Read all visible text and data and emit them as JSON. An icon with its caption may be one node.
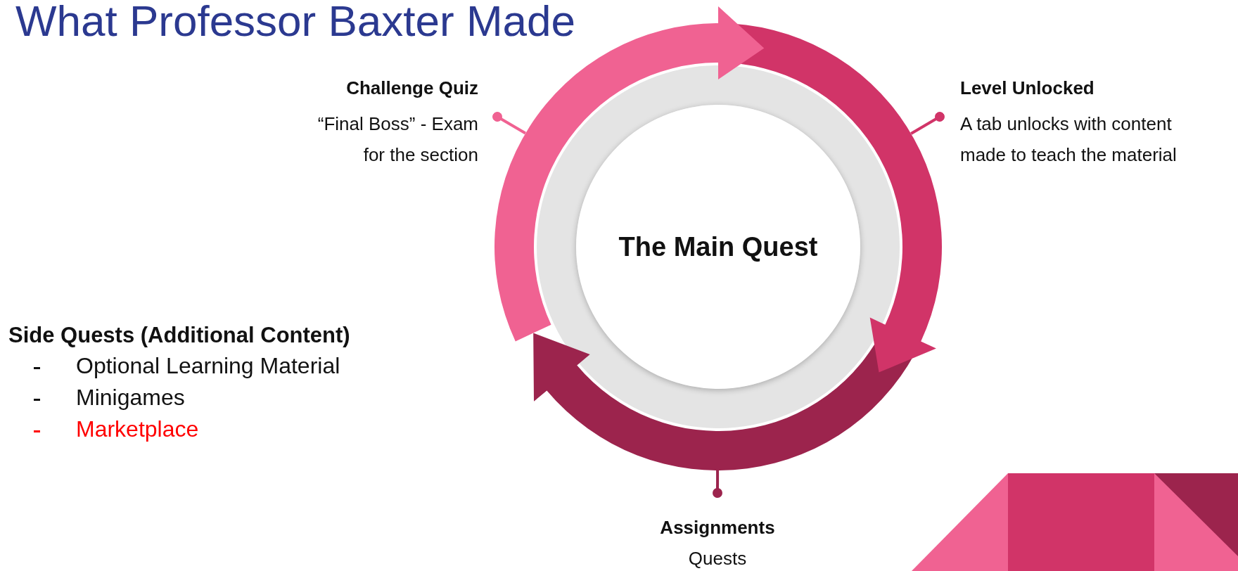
{
  "diagram": {
    "title": "What Professor Baxter Made",
    "nodes": [
      {
        "text": [
          "Challenge Quiz",
          "“Final Boss” - Exam for the section"
        ]
      },
      {
        "text": [
          "Level Unlocked",
          "A tab unlocks with content made to teach the material"
        ]
      },
      {
        "text": [
          "The Main Quest"
        ]
      },
      {
        "text": [
          "Assignments",
          "Quests"
        ]
      }
    ],
    "edges": [
      {
        "from": 0,
        "to": null,
        "arrow": "other",
        "color": "#f06292"
      },
      {
        "from": 1,
        "to": null,
        "arrow": "other",
        "color": "#d13468"
      },
      {
        "from": 3,
        "to": null,
        "arrow": "other",
        "color": "#9c244d"
      }
    ],
    "labels": [
      "Side Quests (Additional Content)",
      "Optional Learning Material",
      "Minigames",
      "Marketplace"
    ]
  }
}
